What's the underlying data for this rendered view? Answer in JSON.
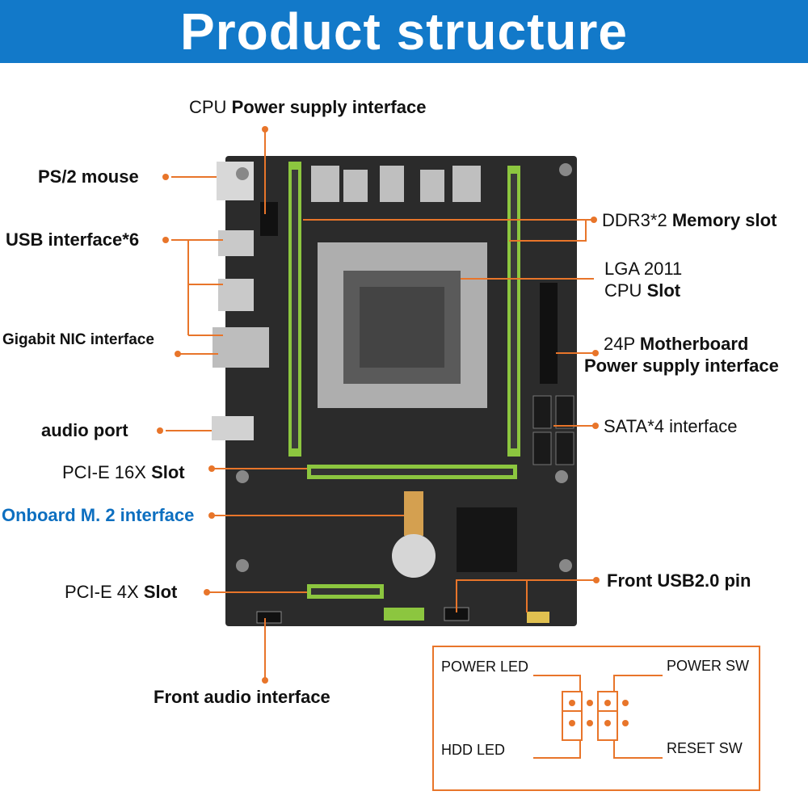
{
  "title": "Product structure",
  "colors": {
    "banner": "#1279c9",
    "leader": "#e8752a",
    "board": "#2b2b2b",
    "slot_green": "#8cc63f",
    "m2_label": "#0d6fc0"
  },
  "labels": {
    "cpu_power": {
      "a": "CPU",
      "b": "Power supply interface"
    },
    "ps2": "PS/2 mouse",
    "usb": "USB interface*6",
    "nic": "Gigabit NIC interface",
    "audio": "audio port",
    "pcie16": {
      "a": "PCI-E 16X",
      "b": "Slot"
    },
    "m2": "Onboard M. 2 interface",
    "pcie4": {
      "a": "PCI-E 4X",
      "b": "Slot"
    },
    "front_audio": "Front audio interface",
    "ddr3": {
      "a": "DDR3*2",
      "b": "Memory slot"
    },
    "lga_line1": "LGA 2011",
    "lga_line2a": "CPU",
    "lga_line2b": "Slot",
    "atx24_line1a": "24P",
    "atx24_line1b": "Motherboard",
    "atx24_line2": "Power supply interface",
    "sata": "SATA*4 interface",
    "front_usb": "Front USB2.0 pin"
  },
  "panel_header": {
    "power_led": "POWER LED",
    "power_sw": "POWER SW",
    "hdd_led": "HDD  LED",
    "reset_sw": "RESET SW"
  }
}
